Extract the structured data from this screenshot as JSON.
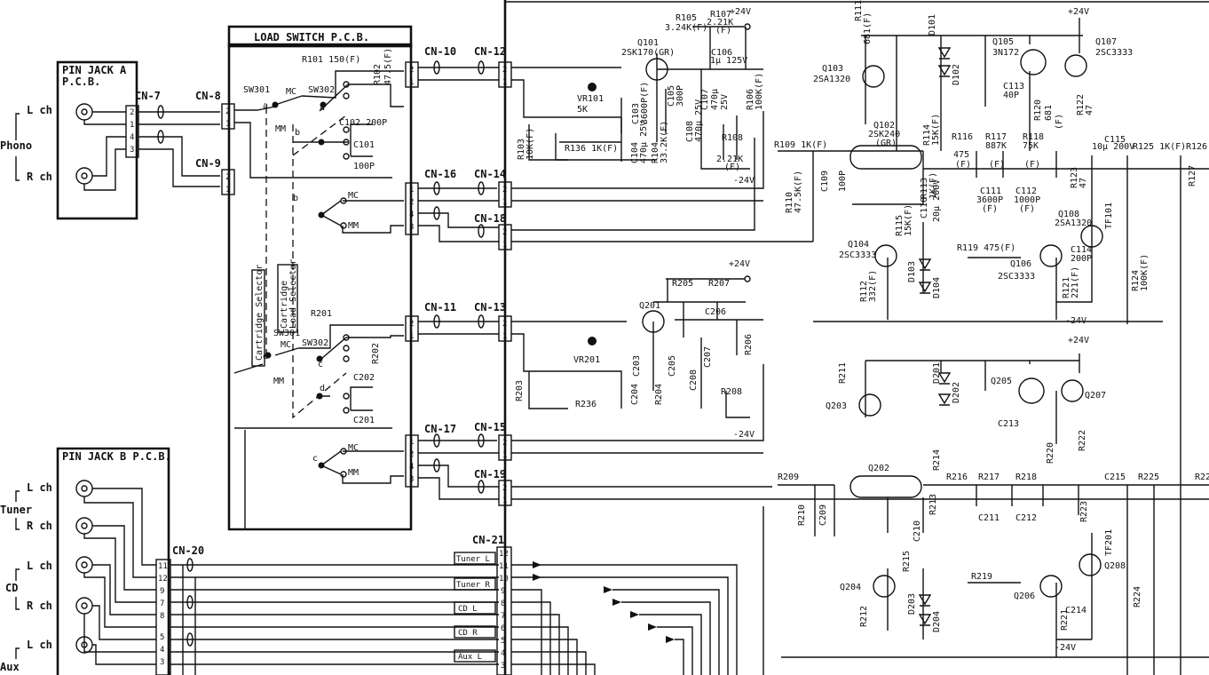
{
  "blocks": {
    "pin_jack_a": [
      "PIN JACK A",
      "P.C.B."
    ],
    "pin_jack_b": "PIN JACK B P.C.B.",
    "load_switch": "LOAD SWITCH P.C.B."
  },
  "inputs": {
    "phono": "Phono",
    "tuner": "Tuner",
    "cd": "CD",
    "aux": "Aux",
    "lch": "L ch",
    "rch": "R ch"
  },
  "connectors": {
    "cn7": "CN-7",
    "cn8": "CN-8",
    "cn9": "CN-9",
    "cn10": "CN-10",
    "cn11": "CN-11",
    "cn12": "CN-12",
    "cn13": "CN-13",
    "cn14": "CN-14",
    "cn15": "CN-15",
    "cn16": "CN-16",
    "cn17": "CN-17",
    "cn18": "CN-18",
    "cn19": "CN-19",
    "cn20": "CN-20",
    "cn21": "CN-21"
  },
  "switch_labels": {
    "sw301": "SW301",
    "sw302": "SW302",
    "mc": "MC",
    "mm": "MM",
    "a": "a",
    "b": "b",
    "c": "c",
    "d": "d",
    "cartridge_selector": "Cartridge Selector",
    "cartridge_load_selector": [
      "Cartridge",
      "Load Selector"
    ]
  },
  "load_parts": {
    "r101": "R101 150(F)",
    "r102": [
      "R102",
      "47.5(F)"
    ],
    "c102": "C102 200P",
    "c101": "C101",
    "c101v": "100P",
    "r201": "R201",
    "r202": "R202",
    "c202": "C202",
    "c201": "C201"
  },
  "preamp_parts": {
    "r105": [
      "R105",
      "3.24K(F)"
    ],
    "r107": [
      "R107",
      "2.21K",
      "(F)"
    ],
    "plus24": "+24V",
    "minus24": "-24V",
    "q101": [
      "Q101",
      "2SK170(GR)"
    ],
    "c106": [
      "C106",
      "1µ 125V"
    ],
    "vr101": [
      "VR101",
      "5K"
    ],
    "c103": [
      "C103",
      "3600P(F)"
    ],
    "c105": [
      "C105",
      "300P"
    ],
    "c107": [
      "C107",
      "470µ",
      "25V"
    ],
    "r106": [
      "R106",
      "100K(F)"
    ],
    "r103": [
      "R103",
      "10K(F)"
    ],
    "r136": "R136 1K(F)",
    "c104": [
      "C104",
      "470µ 25V"
    ],
    "r104": [
      "R104",
      "33.2K(F)"
    ],
    "c108": [
      "C108",
      "470µ 25V"
    ],
    "r108": "R108",
    "r108v": [
      "2.21K",
      "(F)"
    ],
    "q201": "Q201",
    "r205": "R205",
    "r207": "R207",
    "c206": "C206",
    "vr201": "VR201",
    "c203": "C203",
    "c205": "C205",
    "c207": "C207",
    "r206": "R206",
    "r203": "R203",
    "r236": "R236",
    "c204": "C204",
    "r204": "R204",
    "c208": "C208",
    "r208": "R208"
  },
  "amp_parts": {
    "r111": [
      "R111",
      "681(F)"
    ],
    "q103": [
      "Q103",
      "2SA1320"
    ],
    "d101": "D101",
    "d102": "D102",
    "q105": [
      "Q105",
      "3N172"
    ],
    "q107": [
      "Q107",
      "2SC3333"
    ],
    "c113": [
      "C113",
      "40P"
    ],
    "r120": [
      "R120",
      "681",
      "(F)"
    ],
    "r122": [
      "R122",
      "47"
    ],
    "q102": [
      "Q102",
      "2SK240",
      "(GR)"
    ],
    "r114": [
      "R114",
      "15K(F)"
    ],
    "r116": [
      "R116",
      "475",
      "(F)"
    ],
    "r117": [
      "R117",
      "887K",
      "(F)"
    ],
    "r118": [
      "R118",
      "75K",
      "(F)"
    ],
    "r109": "R109 1K(F)",
    "r110": [
      "R110",
      "47.5K(F)"
    ],
    "c109": [
      "C109",
      "100P"
    ],
    "r113": [
      "R113",
      "1K(F)"
    ],
    "c110": [
      "C110",
      "20µ 200V"
    ],
    "c111": [
      "C111",
      "3600P",
      "(F)"
    ],
    "c112": [
      "C112",
      "1000P",
      "(F)"
    ],
    "c115": [
      "C115",
      "10µ 200V"
    ],
    "r125": "R125 1K(F)",
    "r126": "R126",
    "r127": "R127",
    "r123": [
      "R123",
      "47"
    ],
    "tf101": "TF101",
    "q108": [
      "Q108",
      "2SA1320"
    ],
    "c114": [
      "C114",
      "200P"
    ],
    "r124": [
      "R124",
      "100K(F)"
    ],
    "r115": [
      "R115",
      "15K(F)"
    ],
    "q104": [
      "Q104",
      "2SC3333"
    ],
    "r119": "R119 475(F)",
    "q106": [
      "Q106",
      "2SC3333"
    ],
    "r112": [
      "R112",
      "332(F)"
    ],
    "d103": "D103",
    "d104": "D104",
    "r121": [
      "R121",
      "221(F)"
    ],
    "r211": "R211",
    "d201": "D201",
    "d202": "D202",
    "q205": "Q205",
    "q207": "Q207",
    "q203": "Q203",
    "c213": "C213",
    "r220": "R220",
    "r222": "R222",
    "q202": "Q202",
    "r214": "R214",
    "r209": "R209",
    "r216": "R216",
    "r217": "R217",
    "r218": "R218",
    "c215": "C215",
    "r225": "R225",
    "r22x": "R22",
    "r210": "R210",
    "c209": "C209",
    "r213": "R213",
    "c210": "C210",
    "c211": "C211",
    "c212": "C212",
    "r223": "R223",
    "tf201": "TF201",
    "q208": "Q208",
    "r215": "R215",
    "q204": "Q204",
    "r219": "R219",
    "q206": "Q206",
    "r212": "R212",
    "d203": "D203",
    "d204": "D204",
    "r221": "R221",
    "c214": "C214",
    "r224": "R224"
  },
  "cn21_signals": [
    "Tuner L",
    "Tuner R",
    "CD L",
    "CD R",
    "Aux L"
  ],
  "pins": {
    "two": [
      "2",
      "1"
    ],
    "four": [
      "1",
      "2",
      "4",
      "3"
    ],
    "four_b": [
      "1",
      "2",
      "4",
      "3"
    ],
    "cn7": [
      "2",
      "1",
      "4",
      "3"
    ],
    "cn20": [
      "11",
      "12",
      "9",
      "7",
      "8",
      "5",
      "4",
      "3"
    ],
    "cn21": [
      "12",
      "11",
      "10",
      "9",
      "8",
      "7",
      "6",
      "5",
      "4",
      "3"
    ]
  }
}
